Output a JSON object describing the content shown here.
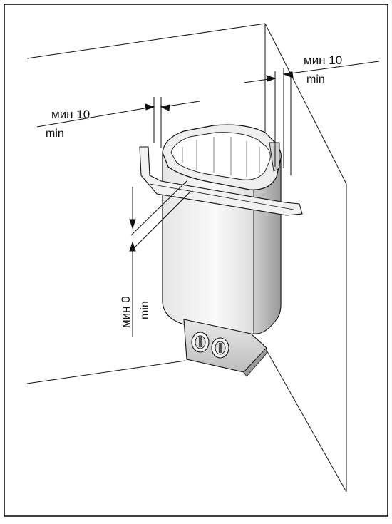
{
  "labels": {
    "left_top": {
      "ru": "мин 10",
      "en": "min"
    },
    "right_top": {
      "ru": "мин 10",
      "en": "min"
    },
    "vertical": {
      "ru": "мин 0",
      "en": "min"
    }
  },
  "colors": {
    "line": "#111111",
    "heater_light": "#f4f4f4",
    "heater_mid": "#d9d9d9",
    "heater_dark": "#a8a8a8"
  }
}
